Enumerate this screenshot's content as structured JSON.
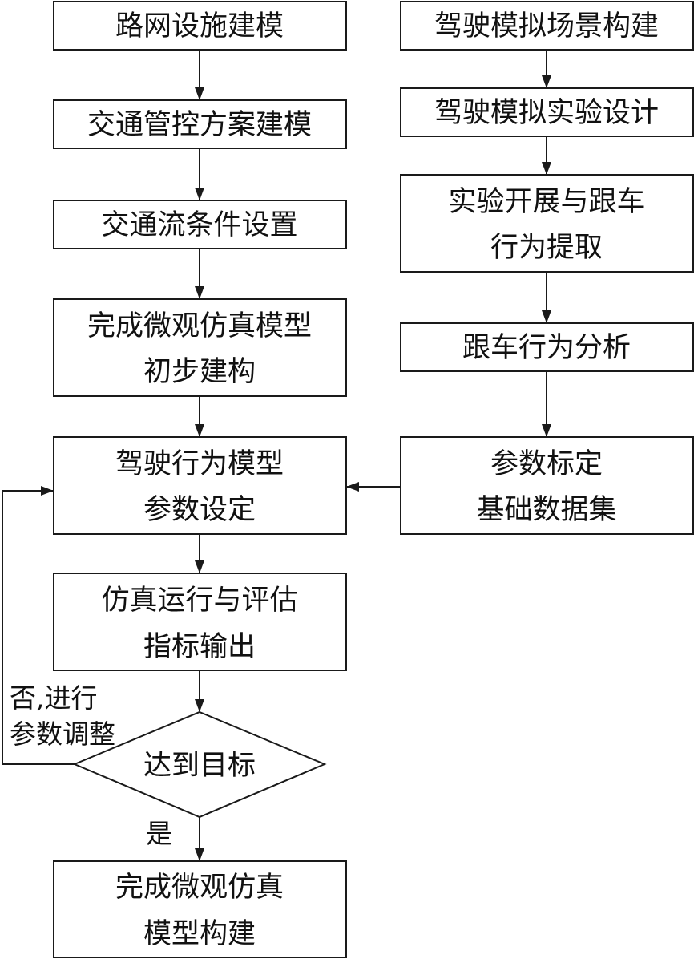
{
  "left_column": {
    "road_network": "路网设施建模",
    "traffic_control": "交通管控方案建模",
    "traffic_flow": "交通流条件设置",
    "micro_model_line1": "完成微观仿真模型",
    "micro_model_line2": "初步建构",
    "driving_params_line1": "驾驶行为模型",
    "driving_params_line2": "参数设定",
    "simulation_line1": "仿真运行与评估",
    "simulation_line2": "指标输出",
    "decision": "达到目标",
    "done_line1": "完成微观仿真",
    "done_line2": "模型构建"
  },
  "right_column": {
    "scene": "驾驶模拟场景构建",
    "experiment_design": "驾驶模拟实验设计",
    "experiment_line1": "实验开展与跟车",
    "experiment_line2": "行为提取",
    "analysis": "跟车行为分析",
    "dataset_line1": "参数标定",
    "dataset_line2": "基础数据集"
  },
  "edge_labels": {
    "no_line1": "否,进行",
    "no_line2": "参数调整",
    "yes": "是"
  }
}
